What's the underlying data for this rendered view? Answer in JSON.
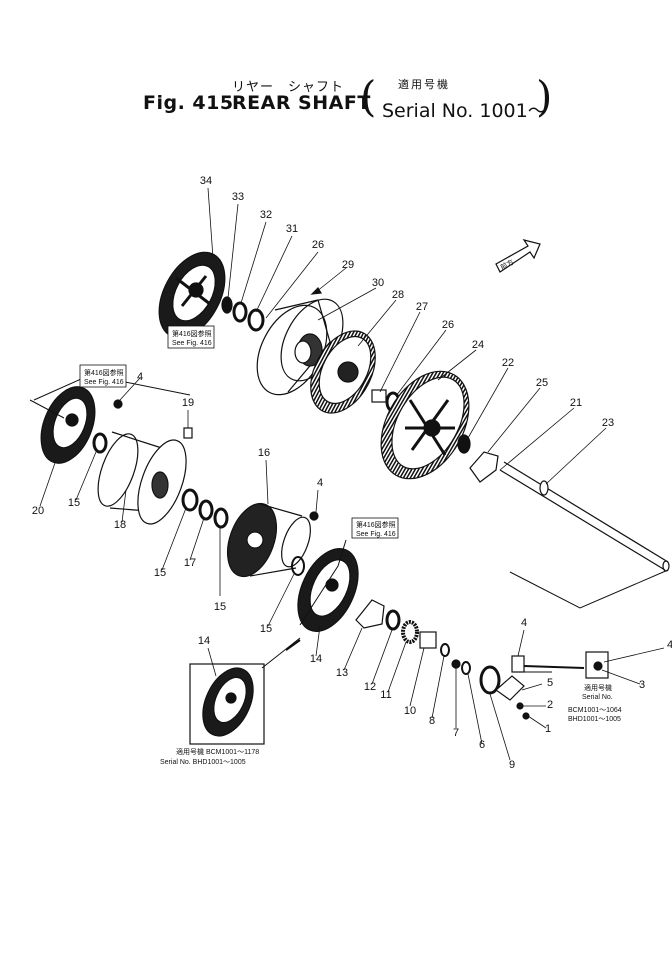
{
  "header": {
    "jp_title": "リヤー　シャフト",
    "jp_serial": "適用号機",
    "fig_label": "Fig. 415",
    "fig_title": "REAR SHAFT",
    "serial_text": "Serial No. 1001～",
    "paren_open": "(",
    "paren_close": ")"
  },
  "direction_tag": "前方",
  "notes": [
    {
      "id": "see416-a-jp",
      "text": "第416図参照"
    },
    {
      "id": "see416-a-en",
      "text": "See Fig. 416"
    },
    {
      "id": "see416-b-jp",
      "text": "第416図参照"
    },
    {
      "id": "see416-b-en",
      "text": "See Fig. 416"
    },
    {
      "id": "see416-c-jp",
      "text": "第416図参照"
    },
    {
      "id": "see416-c-en",
      "text": "See Fig. 416"
    },
    {
      "id": "serial14-jp",
      "text": "適用号機 BCM1001～1178"
    },
    {
      "id": "serial14-en",
      "text": "Serial No. BHD1001～1005"
    },
    {
      "id": "serial-right-jp",
      "text": "適用号機"
    },
    {
      "id": "serial-right-en",
      "text": "Serial No."
    },
    {
      "id": "serial-right-1",
      "text": "BCM1001～1064"
    },
    {
      "id": "serial-right-2",
      "text": "BHD1001～1005"
    }
  ],
  "callouts": [
    "34",
    "33",
    "32",
    "31",
    "26",
    "29",
    "30",
    "28",
    "27",
    "26",
    "24",
    "22",
    "25",
    "21",
    "23",
    "4",
    "19",
    "16",
    "4",
    "20",
    "15",
    "18",
    "15",
    "17",
    "15",
    "14",
    "15",
    "13",
    "12",
    "11",
    "10",
    "8",
    "7",
    "6",
    "9",
    "14",
    "4",
    "4",
    "5",
    "3",
    "2",
    "1"
  ]
}
